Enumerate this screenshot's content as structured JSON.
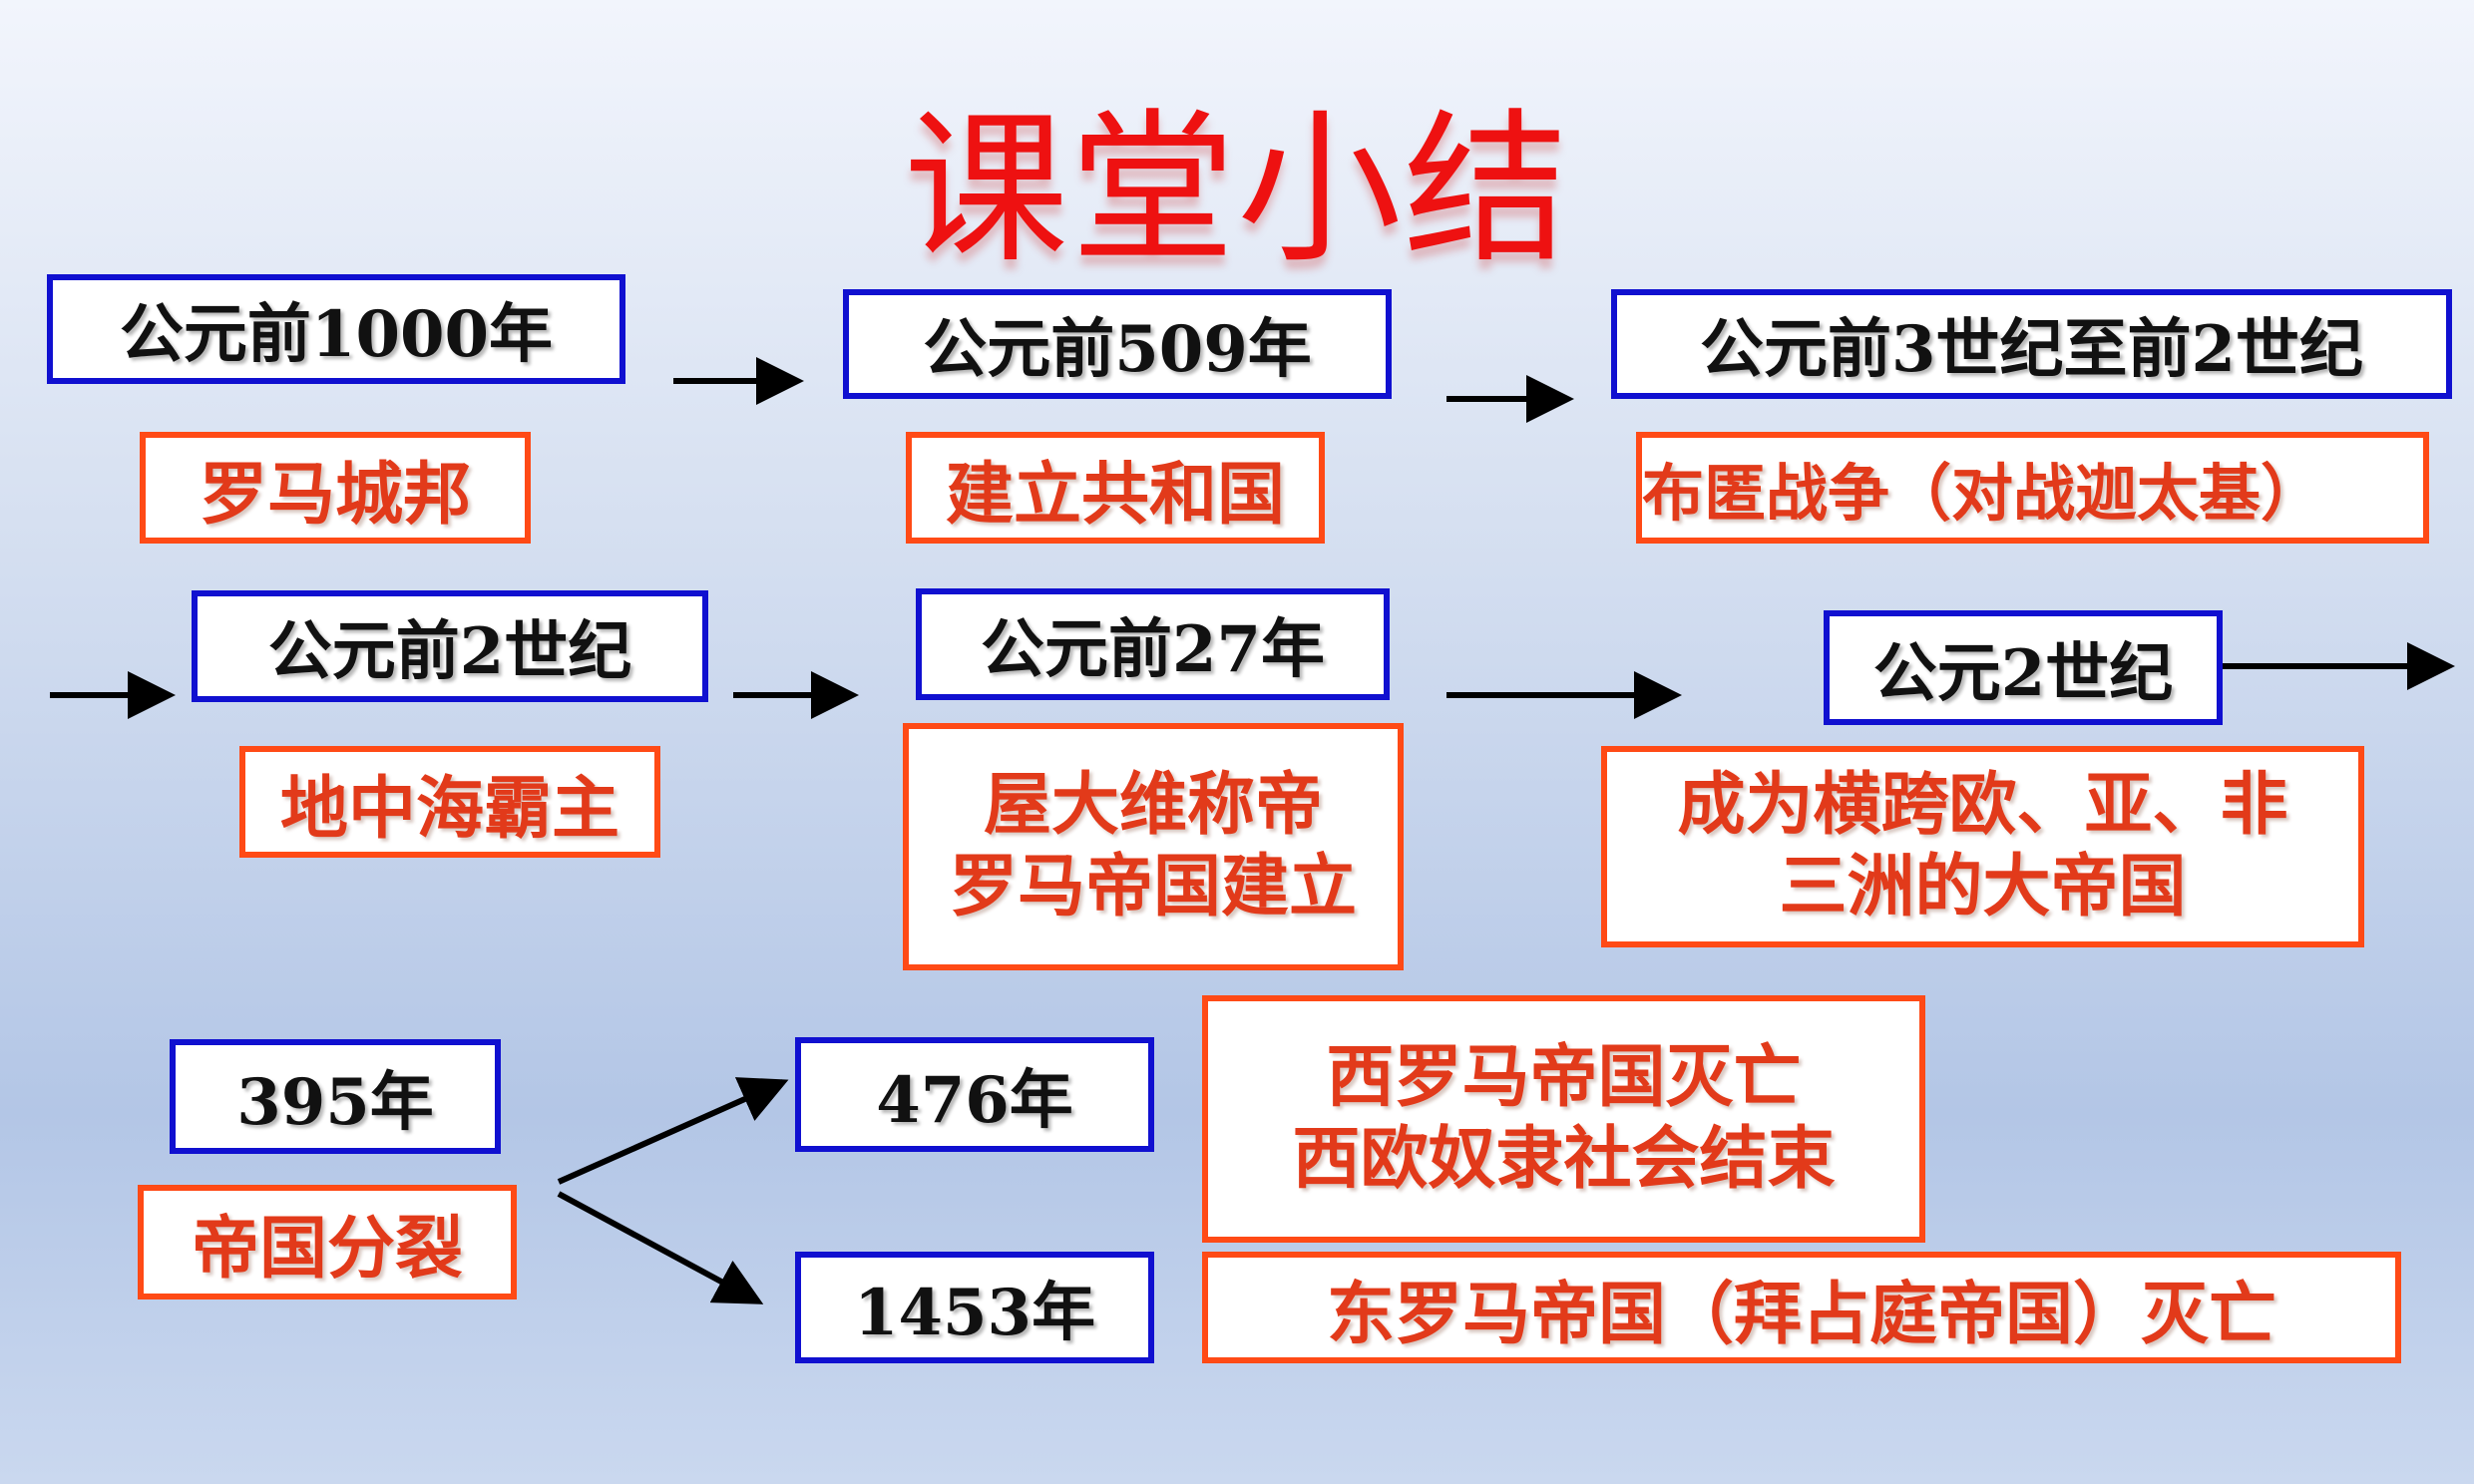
{
  "title": "课堂小结",
  "row1": {
    "date1": "公元前1000年",
    "event1": "罗马城邦",
    "date2": "公元前509年",
    "event2": "建立共和国",
    "date3": "公元前3世纪至前2世纪",
    "event3": "布匿战争（对战迦太基）"
  },
  "row2": {
    "date1": "公元前2世纪",
    "event1": "地中海霸主",
    "date2": "公元前27年",
    "event2_line1": "屋大维称帝",
    "event2_line2": "罗马帝国建立",
    "date3": "公元2世纪",
    "event3_line1": "成为横跨欧、亚、非",
    "event3_line2": "三洲的大帝国"
  },
  "row3": {
    "date1": "395年",
    "event1": "帝国分裂",
    "date2": "476年",
    "event2_line1": "西罗马帝国灭亡",
    "event2_line2": "西欧奴隶社会结束",
    "date3": "1453年",
    "event3": "东罗马帝国（拜占庭帝国）灭亡"
  },
  "colors": {
    "title": "#ee1111",
    "date_border": "#1010d0",
    "event_border": "#ff4a16",
    "event_text": "#e23a1a",
    "arrow": "#000000"
  }
}
